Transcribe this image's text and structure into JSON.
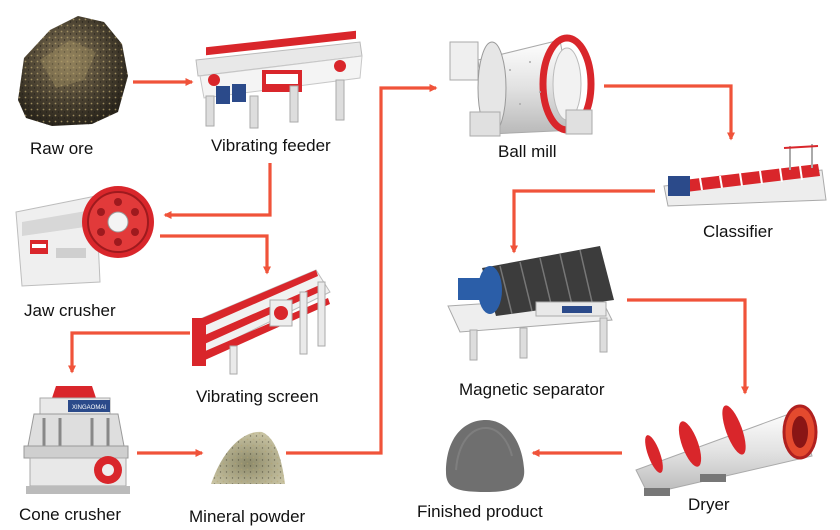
{
  "labels": {
    "raw_ore": "Raw ore",
    "vibrating_feeder": "Vibrating feeder",
    "jaw_crusher": "Jaw crusher",
    "vibrating_screen": "Vibrating screen",
    "cone_crusher": "Cone crusher",
    "mineral_powder": "Mineral powder",
    "ball_mill": "Ball mill",
    "classifier": "Classifier",
    "magnetic_separator": "Magnetic separator",
    "dryer": "Dryer",
    "finished_product": "Finished product"
  },
  "brand": {
    "plate_text": "XINGAOMAI"
  },
  "colors": {
    "arrow": "#f0533a",
    "machine_red": "#d9262b",
    "machine_white": "#eeeeee",
    "product_gray": "#6f6f6f"
  }
}
